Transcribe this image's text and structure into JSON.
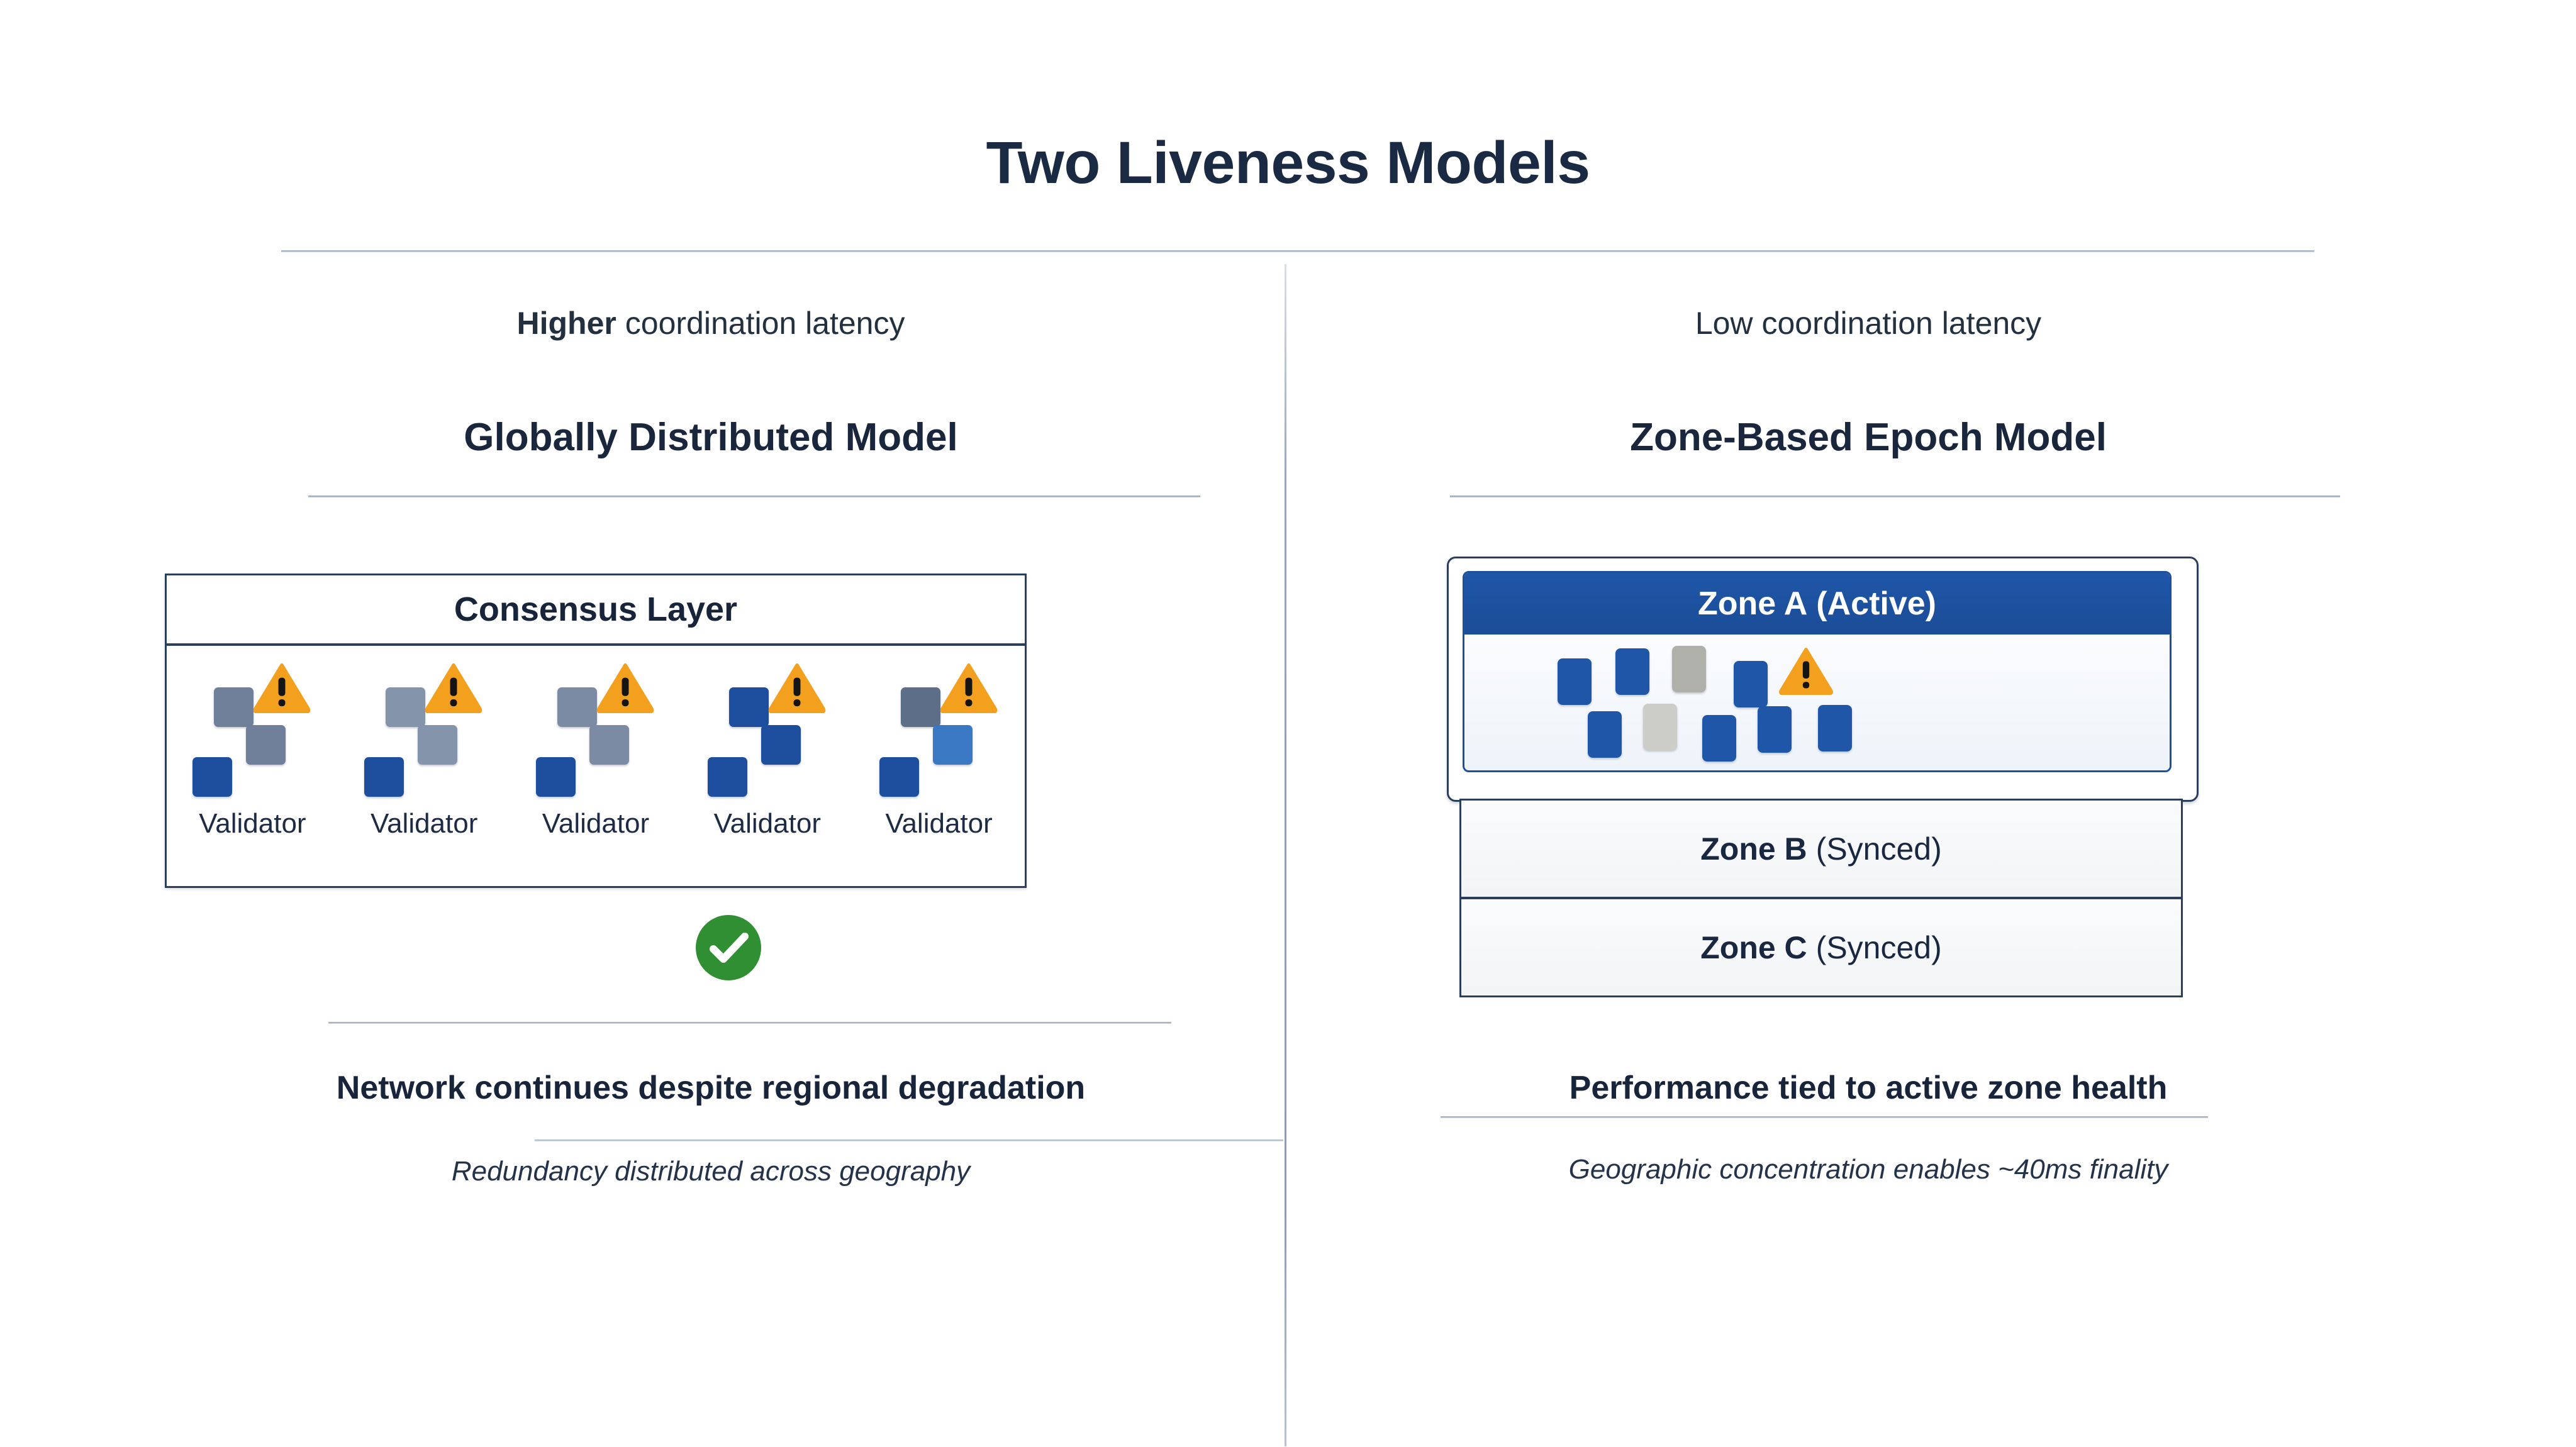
{
  "slide": {
    "title": "Two Liveness Models"
  },
  "left": {
    "latency_prefix": "Higher",
    "latency_rest": "coordination latency",
    "model_title": "Globally Distributed Model",
    "consensus": {
      "header": "Consensus Layer",
      "validators": [
        {
          "label": "Validator",
          "nodes": [
            "#70809a",
            "#70809a",
            "#1e4f9e"
          ],
          "warning": "warning-triangle-icon"
        },
        {
          "label": "Validator",
          "nodes": [
            "#8494ab",
            "#8494ab",
            "#1e4f9e"
          ],
          "warning": "warning-triangle-icon"
        },
        {
          "label": "Validator",
          "nodes": [
            "#7b8ba4",
            "#7b8ba4",
            "#1e4f9e"
          ],
          "warning": "warning-triangle-icon"
        },
        {
          "label": "Validator",
          "nodes": [
            "#1e4f9e",
            "#1e4f9e",
            "#1e4f9e"
          ],
          "warning": "warning-triangle-icon"
        },
        {
          "label": "Validator",
          "nodes": [
            "#5d6e88",
            "#3a78c4",
            "#1e4f9e"
          ],
          "warning": "warning-triangle-icon"
        }
      ]
    },
    "status_icon": "green-check-circle-icon",
    "caption_main": "Network continues despite regional degradation",
    "caption_sub": "Redundancy distributed across geography"
  },
  "right": {
    "latency_prefix": "Low",
    "latency_rest": "coordination latency",
    "model_title": "Zone-Based Epoch Model",
    "zones": [
      {
        "name": "Zone A",
        "state": "(Active)",
        "active": true,
        "nodes_top": [
          "#1f56a8",
          "#1f56a8",
          "#b0b0ab",
          "#1f56a8"
        ],
        "nodes_bottom": [
          "#1f56a8",
          "#ccccc8",
          "#1f56a8",
          "#1f56a8",
          "#1f56a8"
        ],
        "warning": "warning-triangle-icon"
      },
      {
        "name": "Zone B",
        "state": "(Synced)",
        "active": false
      },
      {
        "name": "Zone C",
        "state": "(Synced)",
        "active": false
      }
    ],
    "caption_main": "Performance tied to active zone health",
    "caption_sub": "Geographic concentration enables ~40ms finality"
  },
  "colors": {
    "title_text": "#1b2a43",
    "accent_blue": "#1e4f9e",
    "zone_header_blue": "#1b4d97",
    "warning_orange": "#f2a01d",
    "success_green": "#2f8f32",
    "node_gray": "#70809a",
    "border_navy": "#2b3e5c"
  }
}
